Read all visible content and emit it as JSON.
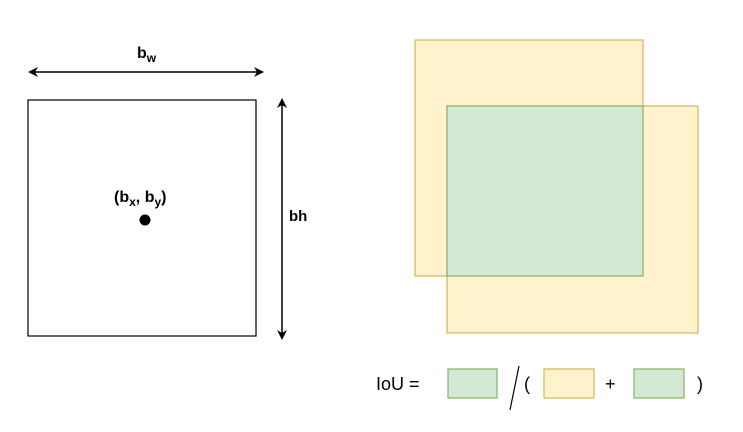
{
  "bounding_box_diagram": {
    "width_label": {
      "base": "b",
      "sub": "w"
    },
    "height_label": "bh",
    "center_label": {
      "open": "(b",
      "sub_x": "x",
      "comma": ", b",
      "sub_y": "y",
      "close": ")"
    }
  },
  "iou_formula": {
    "label": "IoU =",
    "slash": "/",
    "open_paren": "(",
    "plus": "+",
    "close_paren": ")"
  },
  "colors": {
    "yellow_fill": "#fff2cc",
    "yellow_stroke": "#d6b656",
    "green_fill": "#d5e8d4",
    "green_stroke": "#82b366",
    "line": "#000000"
  }
}
